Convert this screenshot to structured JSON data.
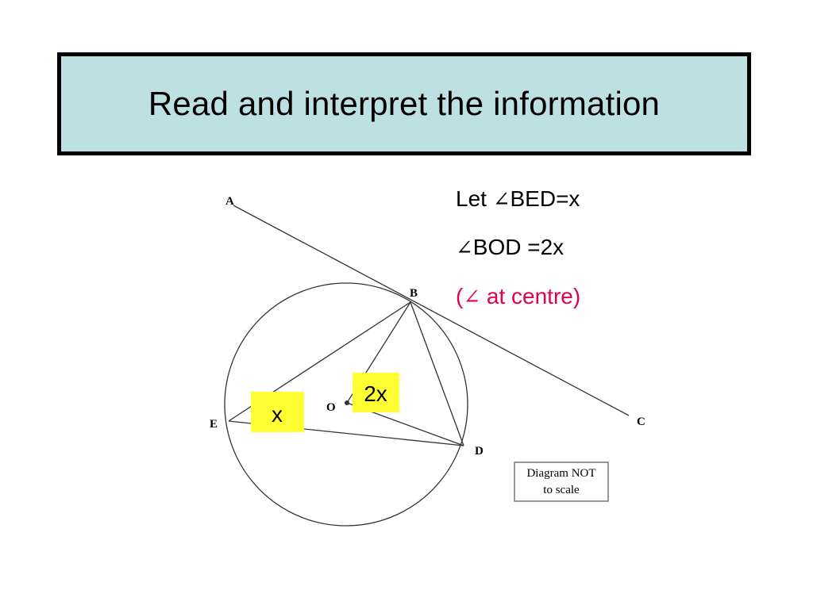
{
  "title": "Read and interpret the information",
  "colors": {
    "title_background": "#bde0e3",
    "highlight": "#ffff33",
    "annotation": "#e0004f",
    "line": "#333333"
  },
  "info": {
    "line1": {
      "symbol": "∠",
      "prefix": "Let ",
      "rest": "BED=x"
    },
    "line2": {
      "symbol": "∠",
      "rest": "BOD =2x"
    },
    "line3": {
      "open": "(",
      "symbol": "∠",
      "rest": " at centre)"
    }
  },
  "diagram": {
    "points": {
      "A": "A",
      "B": "B",
      "C": "C",
      "D": "D",
      "E": "E",
      "O": "O"
    },
    "highlight_angle_E": "x",
    "highlight_angle_O": "2x",
    "note_line1": "Diagram NOT",
    "note_line2": "to scale"
  }
}
